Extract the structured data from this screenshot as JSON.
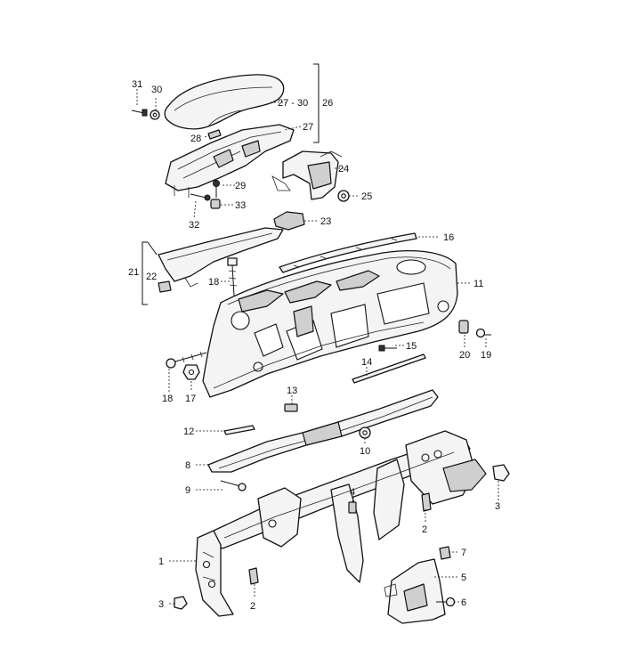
{
  "callouts": [
    {
      "id": "l31",
      "text": "31"
    },
    {
      "id": "l30",
      "text": "30"
    },
    {
      "id": "l2730",
      "text": "27 - 30"
    },
    {
      "id": "l26",
      "text": "26"
    },
    {
      "id": "l27",
      "text": "27"
    },
    {
      "id": "l28",
      "text": "28"
    },
    {
      "id": "l24",
      "text": "24"
    },
    {
      "id": "l29",
      "text": "29"
    },
    {
      "id": "l25",
      "text": "25"
    },
    {
      "id": "l33",
      "text": "33"
    },
    {
      "id": "l32",
      "text": "32"
    },
    {
      "id": "l23",
      "text": "23"
    },
    {
      "id": "l16",
      "text": "16"
    },
    {
      "id": "l21",
      "text": "21"
    },
    {
      "id": "l22",
      "text": "22"
    },
    {
      "id": "l18a",
      "text": "18"
    },
    {
      "id": "l11",
      "text": "11"
    },
    {
      "id": "l20",
      "text": "20"
    },
    {
      "id": "l19",
      "text": "19"
    },
    {
      "id": "l15",
      "text": "15"
    },
    {
      "id": "l18b",
      "text": "18"
    },
    {
      "id": "l17",
      "text": "17"
    },
    {
      "id": "l14",
      "text": "14"
    },
    {
      "id": "l13",
      "text": "13"
    },
    {
      "id": "l12",
      "text": "12"
    },
    {
      "id": "l10",
      "text": "10"
    },
    {
      "id": "l8",
      "text": "8"
    },
    {
      "id": "l9",
      "text": "9"
    },
    {
      "id": "l4",
      "text": "4"
    },
    {
      "id": "l3a",
      "text": "3"
    },
    {
      "id": "l2a",
      "text": "2"
    },
    {
      "id": "l1",
      "text": "1"
    },
    {
      "id": "l7",
      "text": "7"
    },
    {
      "id": "l5",
      "text": "5"
    },
    {
      "id": "l6",
      "text": "6"
    },
    {
      "id": "l3b",
      "text": "3"
    },
    {
      "id": "l2b",
      "text": "2"
    }
  ]
}
